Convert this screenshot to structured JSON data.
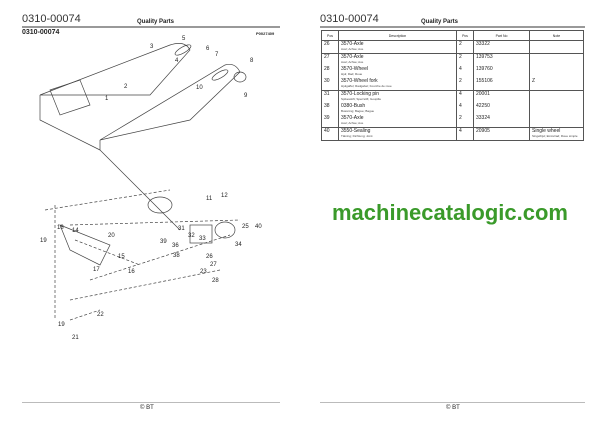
{
  "left": {
    "doc_number": "0310-00074",
    "section": "Quality Parts",
    "subtitle": "0310-00074",
    "figure_ref": "P0027409",
    "footer": "© BT",
    "callouts": [
      "3",
      "5",
      "6",
      "7",
      "8",
      "4",
      "2",
      "1",
      "9",
      "10",
      "11",
      "12",
      "18",
      "14",
      "19",
      "20",
      "39",
      "36",
      "31",
      "32",
      "33",
      "38",
      "25",
      "40",
      "34",
      "23",
      "26",
      "27",
      "28",
      "17",
      "15",
      "16",
      "22",
      "19",
      "21"
    ]
  },
  "right": {
    "doc_number": "0310-00074",
    "section": "Quality Parts",
    "footer": "© BT",
    "table": {
      "headers": [
        "Pos",
        "Description",
        "Pcs",
        "Part No",
        "Note"
      ],
      "rows": [
        {
          "pos": "26",
          "desc": "3570-Axle",
          "trans": "Axel; Achse; Axe",
          "pcs": "2",
          "part": "33322",
          "note": "",
          "note2": "",
          "grp": true
        },
        {
          "pos": "27",
          "desc": "3570-Axle",
          "trans": "Axel; Achse; Axe",
          "pcs": "2",
          "part": "139753",
          "note": "",
          "note2": "",
          "grp": true
        },
        {
          "pos": "28",
          "desc": "3570-Wheel",
          "trans": "Hjul; Rad; Roue",
          "pcs": "4",
          "part": "139760",
          "note": "",
          "note2": "",
          "grp": false
        },
        {
          "pos": "30",
          "desc": "3570-Wheel fork",
          "trans": "Hjulgaffel; Radgabel; Fourche de roue",
          "pcs": "2",
          "part": "155106",
          "note": "Z",
          "note2": "",
          "grp": false
        },
        {
          "pos": "31",
          "desc": "3570-Locking pin",
          "trans": "Spikesstift; Sperrstift; Goupille",
          "pcs": "4",
          "part": "20001",
          "note": "",
          "note2": "",
          "grp": true
        },
        {
          "pos": "38",
          "desc": "0380-Bush",
          "trans": "Bussning; Bague; Bague",
          "pcs": "4",
          "part": "42250",
          "note": "",
          "note2": "",
          "grp": false
        },
        {
          "pos": "39",
          "desc": "3570-Axle",
          "trans": "Axel; Achse; Axe",
          "pcs": "2",
          "part": "33324",
          "note": "",
          "note2": "",
          "grp": false
        },
        {
          "pos": "40",
          "desc": "3550-Sealing",
          "trans": "Tätning; Dichtung; Joint",
          "pcs": "4",
          "part": "20905",
          "note": "Single wheel",
          "note2": "Singelhjul; Einzelrad; Roue simple",
          "grp": true
        }
      ]
    }
  },
  "watermark": "machinecatalogic.com",
  "colors": {
    "watermark": "#3a9a2a",
    "rule": "#999999"
  }
}
